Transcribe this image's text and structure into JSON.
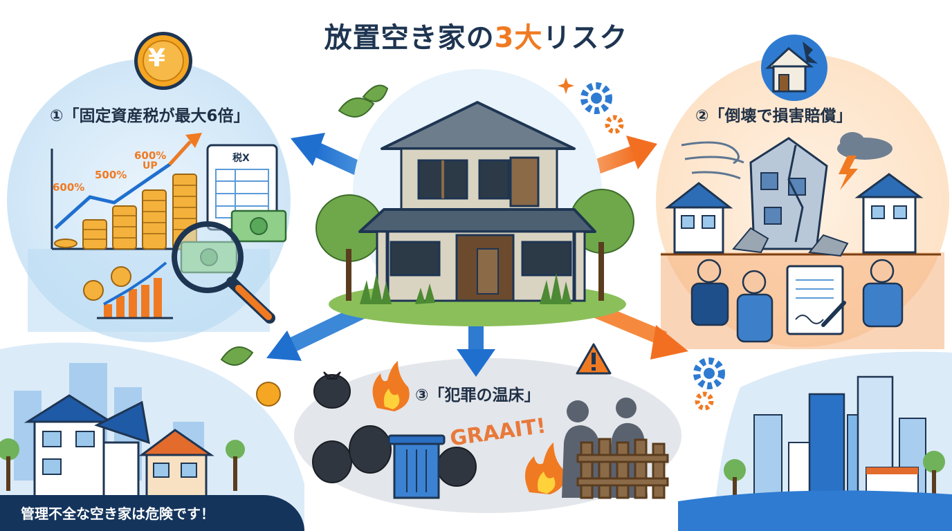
{
  "title": {
    "main": "放置空き家の",
    "highlight": "3大",
    "suffix": "リスク"
  },
  "risks": [
    {
      "label": "①「固定資産税が最大6倍」"
    },
    {
      "label": "②「倒壊で損害賠償」"
    },
    {
      "label": "③「犯罪の温床」"
    }
  ],
  "tax_chart": {
    "labels": [
      "600%",
      "500%",
      "600%",
      "UP"
    ]
  },
  "tax_form_label": "税X",
  "yen_symbol": "¥",
  "graffiti_text": "GRAAIT!",
  "footer_message": "管理不全な空き家は危険です！",
  "colors": {
    "accent_orange": "#f07a22",
    "navy": "#14345c",
    "blue_arrow": "#2e7bd1"
  },
  "icons": [
    "yen-coin-icon",
    "broken-house-icon",
    "gear-icon",
    "warning-icon",
    "magnifier-icon",
    "tax-form-icon"
  ]
}
